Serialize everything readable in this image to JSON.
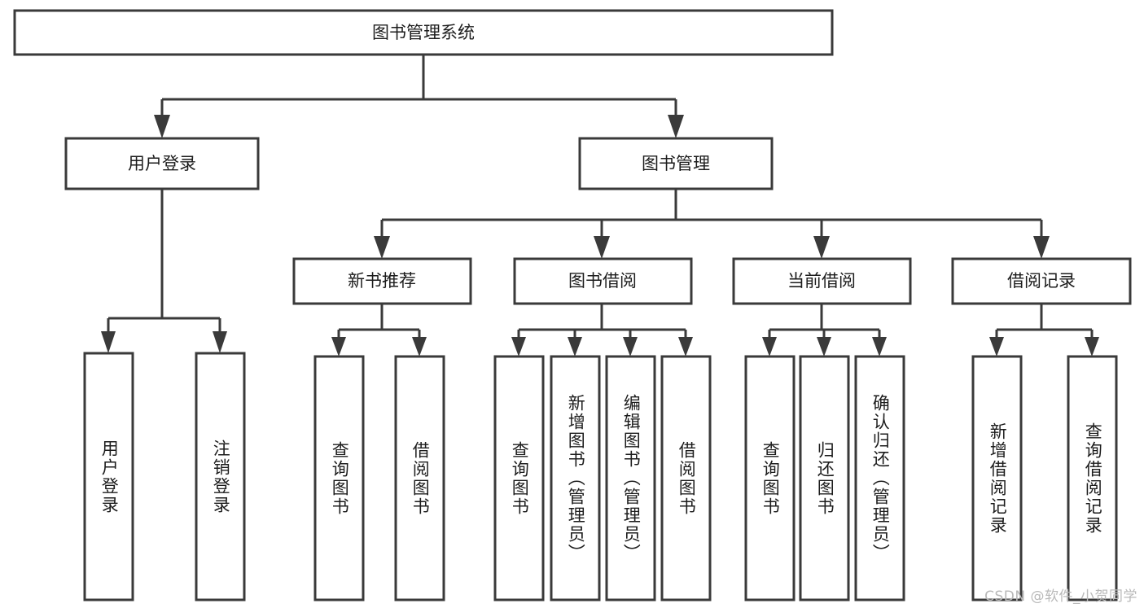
{
  "diagram": {
    "title": "图书管理系统",
    "type": "tree-hierarchy-chart",
    "orientation": "top-down",
    "colors": {
      "box_stroke": "#3a3a3a",
      "box_fill": "#ffffff",
      "text": "#1c1c1c",
      "background": "#ffffff",
      "watermark": "#b9b9b9"
    },
    "root": {
      "label": "图书管理系统"
    },
    "level2": [
      {
        "label": "用户登录"
      },
      {
        "label": "图书管理"
      }
    ],
    "level3": [
      {
        "label": "新书推荐"
      },
      {
        "label": "图书借阅"
      },
      {
        "label": "当前借阅"
      },
      {
        "label": "借阅记录"
      }
    ],
    "leaves": {
      "user_login": [
        {
          "label": "用户登录"
        },
        {
          "label": "注销登录"
        }
      ],
      "new_book_recommend": [
        {
          "label": "查询图书"
        },
        {
          "label": "借阅图书"
        }
      ],
      "book_borrow": [
        {
          "label": "查询图书"
        },
        {
          "label": "新增图书（管理员）"
        },
        {
          "label": "编辑图书（管理员）"
        },
        {
          "label": "借阅图书"
        }
      ],
      "current_borrow": [
        {
          "label": "查询图书"
        },
        {
          "label": "归还图书"
        },
        {
          "label": "确认归还（管理员）"
        }
      ],
      "borrow_record": [
        {
          "label": "新增借阅记录"
        },
        {
          "label": "查询借阅记录"
        }
      ]
    }
  },
  "watermark": {
    "text": "CSDN @软件_小贺同学"
  }
}
